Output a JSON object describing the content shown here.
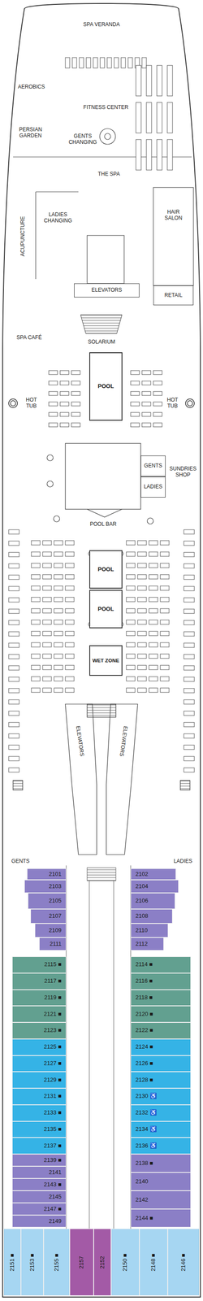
{
  "diagram": {
    "nodes": [
      {
        "text": [
          "ELEVATORS"
        ]
      },
      {
        "text": [
          "RETAIL"
        ]
      },
      {
        "text": [
          "POOL"
        ]
      },
      {
        "text": [
          "GENTS"
        ]
      },
      {
        "text": [
          "LADIES"
        ]
      },
      {
        "text": [
          "POOL"
        ]
      },
      {
        "text": [
          "POOL"
        ]
      },
      {
        "text": [
          "WET ZONE"
        ]
      },
      {
        "text": [
          "2101"
        ]
      },
      {
        "text": [
          "2102"
        ]
      },
      {
        "text": [
          "2103"
        ]
      },
      {
        "text": [
          "2104"
        ]
      },
      {
        "text": [
          "2105"
        ]
      },
      {
        "text": [
          "2106"
        ]
      },
      {
        "text": [
          "2107"
        ]
      },
      {
        "text": [
          "2108"
        ]
      },
      {
        "text": [
          "2109"
        ]
      },
      {
        "text": [
          "2110"
        ]
      },
      {
        "text": [
          "2111"
        ]
      },
      {
        "text": [
          "2112"
        ]
      },
      {
        "text": [
          "2115 ■"
        ]
      },
      {
        "text": [
          "2114 ■"
        ]
      },
      {
        "text": [
          "2117 ■"
        ]
      },
      {
        "text": [
          "2116 ■"
        ]
      },
      {
        "text": [
          "2119 ■"
        ]
      },
      {
        "text": [
          "2118 ■"
        ]
      },
      {
        "text": [
          "2121 ■"
        ]
      },
      {
        "text": [
          "2120 ■"
        ]
      },
      {
        "text": [
          "2123 ■"
        ]
      },
      {
        "text": [
          "2122 ■"
        ]
      },
      {
        "text": [
          "2125 ■"
        ]
      },
      {
        "text": [
          "2124 ■"
        ]
      },
      {
        "text": [
          "2127 ■"
        ]
      },
      {
        "text": [
          "2126 ■"
        ]
      },
      {
        "text": [
          "2129 ■"
        ]
      },
      {
        "text": [
          "2128 ■"
        ]
      },
      {
        "text": [
          "2131 ■"
        ]
      },
      {
        "text": [
          "2130 ♿"
        ]
      },
      {
        "text": [
          "2133 ■"
        ]
      },
      {
        "text": [
          "2132 ♿"
        ]
      },
      {
        "text": [
          "2135 ■"
        ]
      },
      {
        "text": [
          "2134 ♿"
        ]
      },
      {
        "text": [
          "2137 ■"
        ]
      },
      {
        "text": [
          "2136 ♿"
        ]
      },
      {
        "text": [
          "2139 ■"
        ]
      },
      {
        "text": [
          "2141"
        ]
      },
      {
        "text": [
          "2143 ■"
        ]
      },
      {
        "text": [
          "2145"
        ]
      },
      {
        "text": [
          "2147 ■"
        ]
      },
      {
        "text": [
          "2149"
        ]
      },
      {
        "text": [
          "2138 ■"
        ]
      },
      {
        "text": [
          "2140"
        ]
      },
      {
        "text": [
          "2142"
        ]
      },
      {
        "text": [
          "2144 ■"
        ]
      },
      {
        "text": [
          "2151 ■"
        ]
      },
      {
        "text": [
          "2153 ■"
        ]
      },
      {
        "text": [
          "2155 ■"
        ]
      },
      {
        "text": [
          "2157"
        ]
      },
      {
        "text": [
          "2152"
        ]
      },
      {
        "text": [
          "2150 ■"
        ]
      },
      {
        "text": [
          "2148 ■"
        ]
      },
      {
        "text": [
          "2146 ■"
        ]
      }
    ],
    "labels": [
      "SPA VERANDA",
      "AEROBICS",
      "FITNESS CENTER",
      "PERSIAN GARDEN",
      "GENTS CHANGING",
      "THE SPA",
      "LADIES CHANGING",
      "HAIR SALON",
      "ACUPUNCTURE",
      "SPA CAFÉ",
      "SOLARIUM",
      "HOT TUB",
      "HOT TUB",
      "SUNDRIES SHOP",
      "POOL BAR",
      "ELEVATORS",
      "ELEVATORS",
      "GENTS",
      "LADIES"
    ]
  }
}
